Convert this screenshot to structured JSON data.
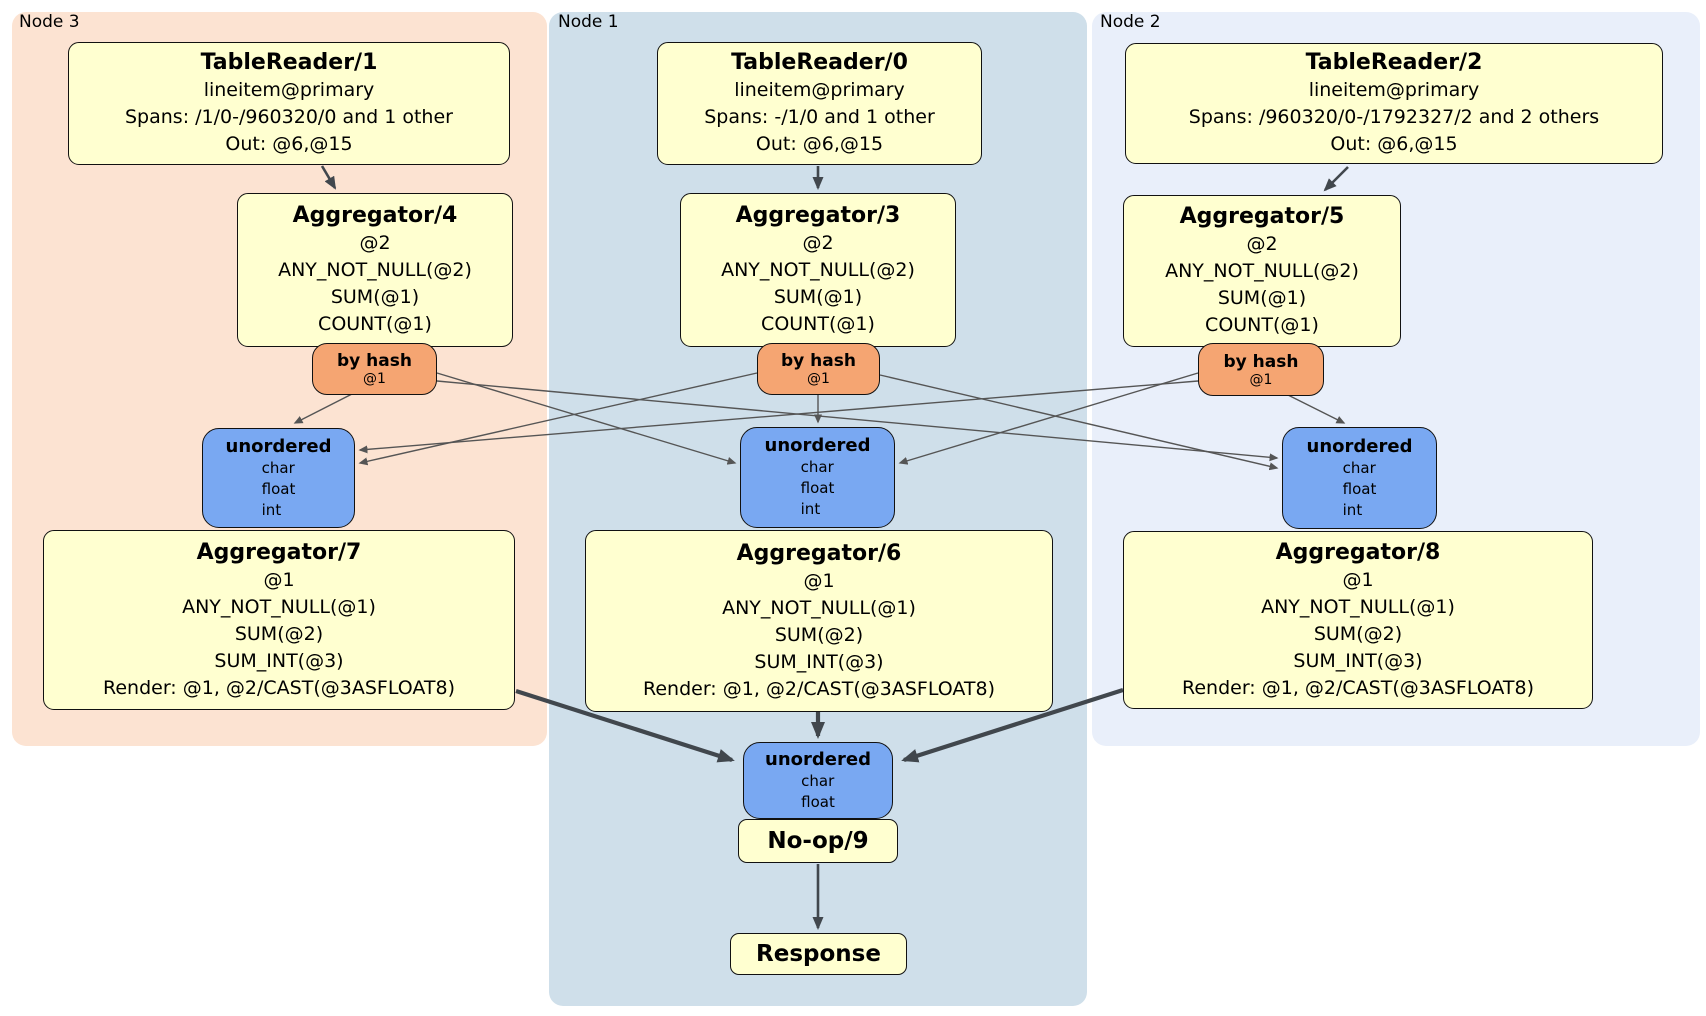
{
  "panels": {
    "node3": {
      "label": "Node 3"
    },
    "node1": {
      "label": "Node 1"
    },
    "node2": {
      "label": "Node 2"
    }
  },
  "boxes": {
    "tr1": {
      "title": "TableReader/1",
      "lines": [
        "lineitem@primary",
        "Spans: /1/0-/960320/0 and 1 other",
        "Out: @6,@15"
      ]
    },
    "tr0": {
      "title": "TableReader/0",
      "lines": [
        "lineitem@primary",
        "Spans: -/1/0 and 1 other",
        "Out: @6,@15"
      ]
    },
    "tr2": {
      "title": "TableReader/2",
      "lines": [
        "lineitem@primary",
        "Spans: /960320/0-/1792327/2 and 2 others",
        "Out: @6,@15"
      ]
    },
    "agg4": {
      "title": "Aggregator/4",
      "lines": [
        "@2",
        "ANY_NOT_NULL(@2)",
        "SUM(@1)",
        "COUNT(@1)"
      ]
    },
    "agg3": {
      "title": "Aggregator/3",
      "lines": [
        "@2",
        "ANY_NOT_NULL(@2)",
        "SUM(@1)",
        "COUNT(@1)"
      ]
    },
    "agg5": {
      "title": "Aggregator/5",
      "lines": [
        "@2",
        "ANY_NOT_NULL(@2)",
        "SUM(@1)",
        "COUNT(@1)"
      ]
    },
    "agg7": {
      "title": "Aggregator/7",
      "lines": [
        "@1",
        "ANY_NOT_NULL(@1)",
        "SUM(@2)",
        "SUM_INT(@3)",
        "Render: @1, @2/CAST(@3ASFLOAT8)"
      ]
    },
    "agg6": {
      "title": "Aggregator/6",
      "lines": [
        "@1",
        "ANY_NOT_NULL(@1)",
        "SUM(@2)",
        "SUM_INT(@3)",
        "Render: @1, @2/CAST(@3ASFLOAT8)"
      ]
    },
    "agg8": {
      "title": "Aggregator/8",
      "lines": [
        "@1",
        "ANY_NOT_NULL(@1)",
        "SUM(@2)",
        "SUM_INT(@3)",
        "Render: @1, @2/CAST(@3ASFLOAT8)"
      ]
    },
    "hash3": {
      "title": "by hash",
      "lines": [
        "@1"
      ]
    },
    "hash1": {
      "title": "by hash",
      "lines": [
        "@1"
      ]
    },
    "hash2": {
      "title": "by hash",
      "lines": [
        "@1"
      ]
    },
    "un3": {
      "title": "unordered",
      "lines": [
        "char",
        "float",
        "int"
      ]
    },
    "un1": {
      "title": "unordered",
      "lines": [
        "char",
        "float",
        "int"
      ]
    },
    "un2": {
      "title": "unordered",
      "lines": [
        "char",
        "float",
        "int"
      ]
    },
    "unbottom": {
      "title": "unordered",
      "lines": [
        "char",
        "float"
      ]
    },
    "noop": {
      "title": "No-op/9"
    },
    "response": {
      "title": "Response"
    }
  },
  "colors": {
    "panel_node3": "#fce3d2",
    "panel_node1": "#cfdfea",
    "panel_node2": "#e9effa",
    "node_fill": "#ffffd0",
    "router_fill": "#f5a572",
    "sync_fill": "#79a8f2",
    "edge_thin": "#555555",
    "edge_thick": "#41474d"
  }
}
